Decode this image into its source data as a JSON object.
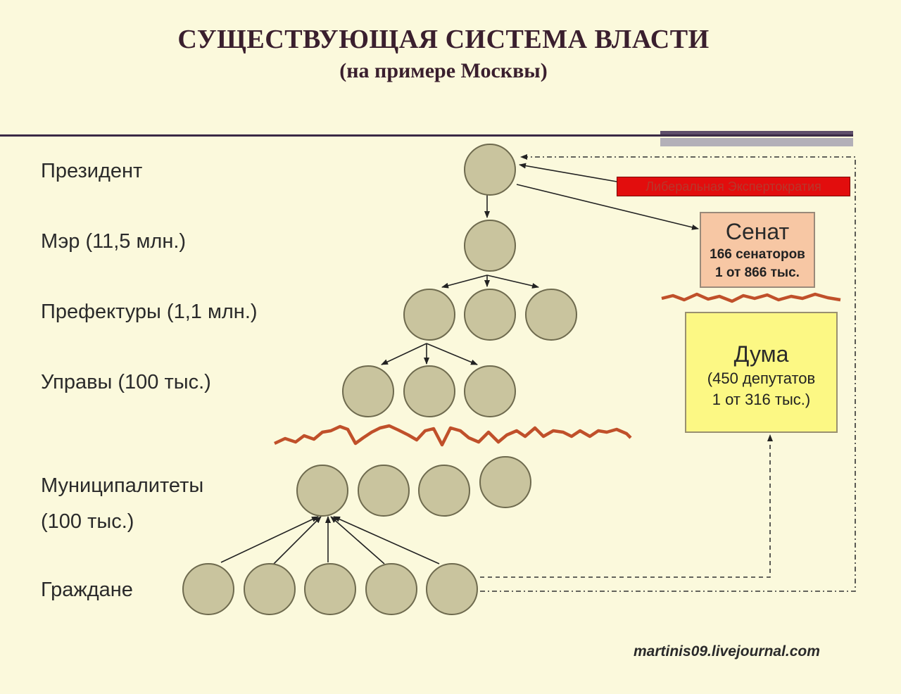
{
  "title": {
    "main": "СУЩЕСТВУЮЩАЯ СИСТЕМА ВЛАСТИ",
    "subtitle": "(на примере Москвы)"
  },
  "levels": {
    "president": "Президент",
    "mayor": "Мэр (11,5 млн.)",
    "prefectures": "Префектуры (1,1 млн.)",
    "upravy": "Управы (100 тыс.)",
    "municipalities_line1": "Муниципалитеты",
    "municipalities_line2": "(100 тыс.)",
    "citizens": "Граждане"
  },
  "liberal_box": {
    "label": "Либеральная Экспертократия"
  },
  "senate": {
    "title": "Сенат",
    "line1": "166 сенаторов",
    "line2": "1 от 866 тыс."
  },
  "duma": {
    "title": "Дума",
    "line1": "(450 депутатов",
    "line2": "1 от 316 тыс.)"
  },
  "source": "martinis09.livejournal.com",
  "colors": {
    "background": "#fbf9dc",
    "node_fill": "#c9c49e",
    "wave": "#c0502a",
    "liberal_box": "#e20d0d",
    "senate_box": "#f7c7a4",
    "duma_box": "#fcf884"
  }
}
